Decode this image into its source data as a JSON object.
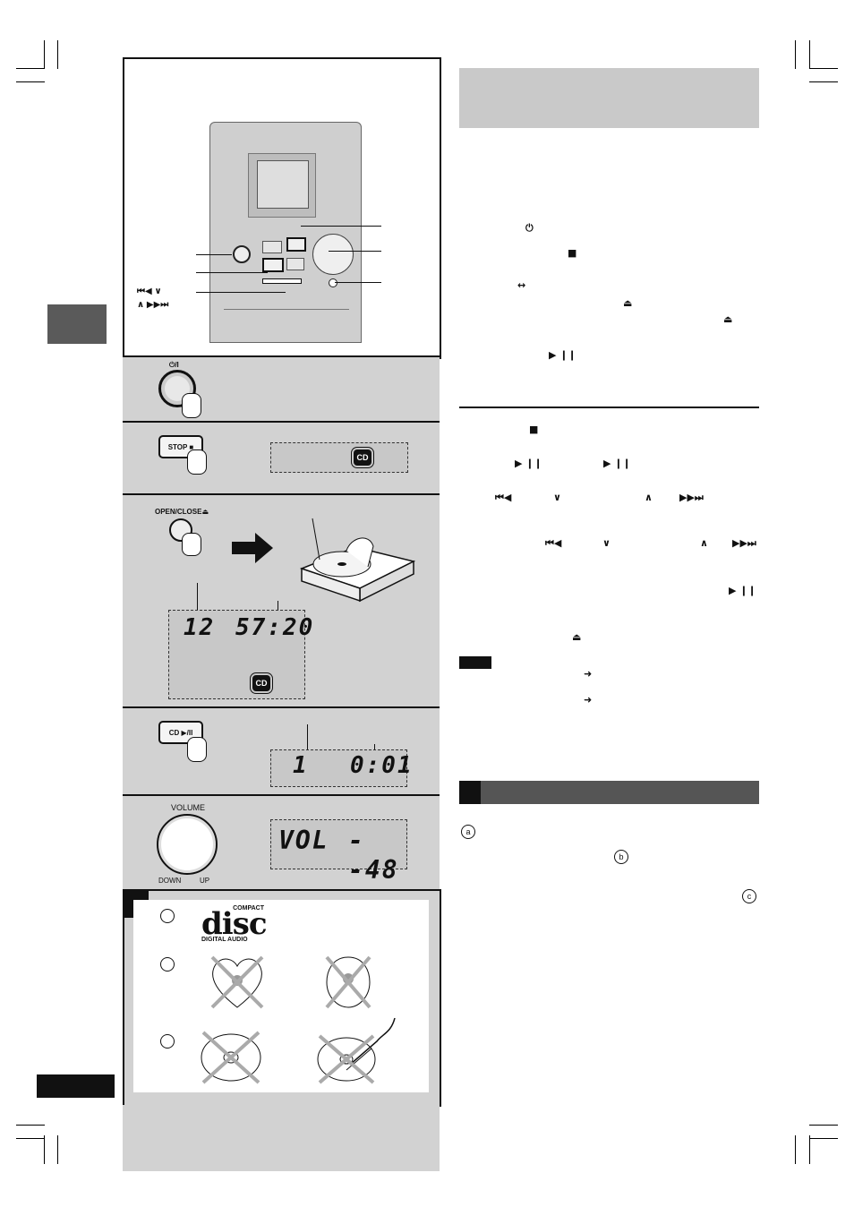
{
  "left_column": {
    "panel_labels": {
      "power_step": "⏻/I",
      "stop_button": "STOP ■",
      "open_close": "OPEN/CLOSE⏏",
      "cd_play_button": "CD ▶/II",
      "volume": "VOLUME",
      "down": "DOWN",
      "up": "UP"
    },
    "unit_labels": {
      "skip_left": "⏮◀  ∨",
      "skip_right": "∧   ▶▶⏭"
    },
    "displays": {
      "cd_badge": "CD",
      "tracks_total": "12",
      "time_total": "57:20",
      "track_current": "1",
      "time_current": "0:01",
      "vol_label": "VOL",
      "vol_value": "--48"
    },
    "disc_section": {
      "logo_top": "COMPACT",
      "logo_main": "disc",
      "logo_bottom": "DIGITAL AUDIO",
      "circle_markers": [
        "",
        "",
        ""
      ]
    }
  },
  "right_column": {
    "symbols": {
      "power": "⏻",
      "stop": "■",
      "arrows": "↔",
      "eject1": "⏏",
      "eject2": "⏏",
      "play_pause": "▶ ❙❙",
      "stop2": "■",
      "play_pause_a": "▶ ❙❙",
      "play_pause_b": "▶ ❙❙",
      "skip_back_a": "⏮◀",
      "down_a": "∨",
      "up_a": "∧",
      "skip_fwd_a": "▶▶⏭",
      "skip_back_b": "⏮◀",
      "down_b": "∨",
      "up_b": "∧",
      "skip_fwd_b": "▶▶⏭",
      "play_pause_c": "▶ ❙❙",
      "eject3": "⏏",
      "arrow1": "➜",
      "arrow2": "➜",
      "marker_a": "a",
      "marker_b": "b",
      "marker_c": "c"
    }
  },
  "colors": {
    "panel_gray": "#d2d2d2",
    "header_gray": "#c9c9c9",
    "dark_tab": "#5a5a5a",
    "section_bar": "#555555"
  }
}
